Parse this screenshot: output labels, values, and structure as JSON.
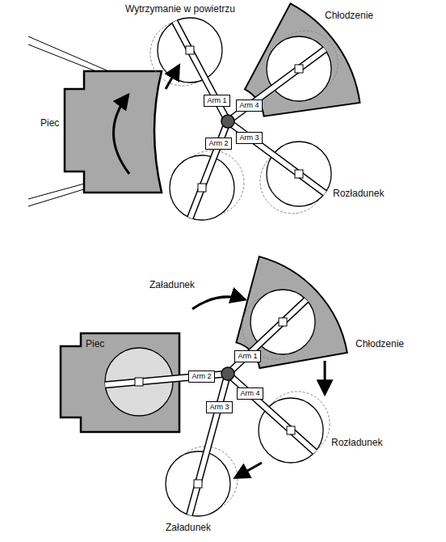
{
  "diagram": {
    "nodes": [
      {
        "text": [
          "Arm 1"
        ]
      },
      {
        "text": [
          "Arm 4"
        ]
      },
      {
        "text": [
          "Arm 2"
        ]
      },
      {
        "text": [
          "Arm 3"
        ]
      },
      {
        "text": [
          "Arm 1"
        ]
      },
      {
        "text": [
          "Arm 2"
        ]
      },
      {
        "text": [
          "Arm 4"
        ]
      },
      {
        "text": [
          "Arm 3"
        ]
      }
    ],
    "labels": [
      "Wytrzymanie w powietrzu",
      "Chłodzenie",
      "Piec",
      "Rozładunek",
      "Załadunek",
      "Chłodzenie",
      "Piec",
      "Rozładunek",
      "Załadunek"
    ]
  }
}
